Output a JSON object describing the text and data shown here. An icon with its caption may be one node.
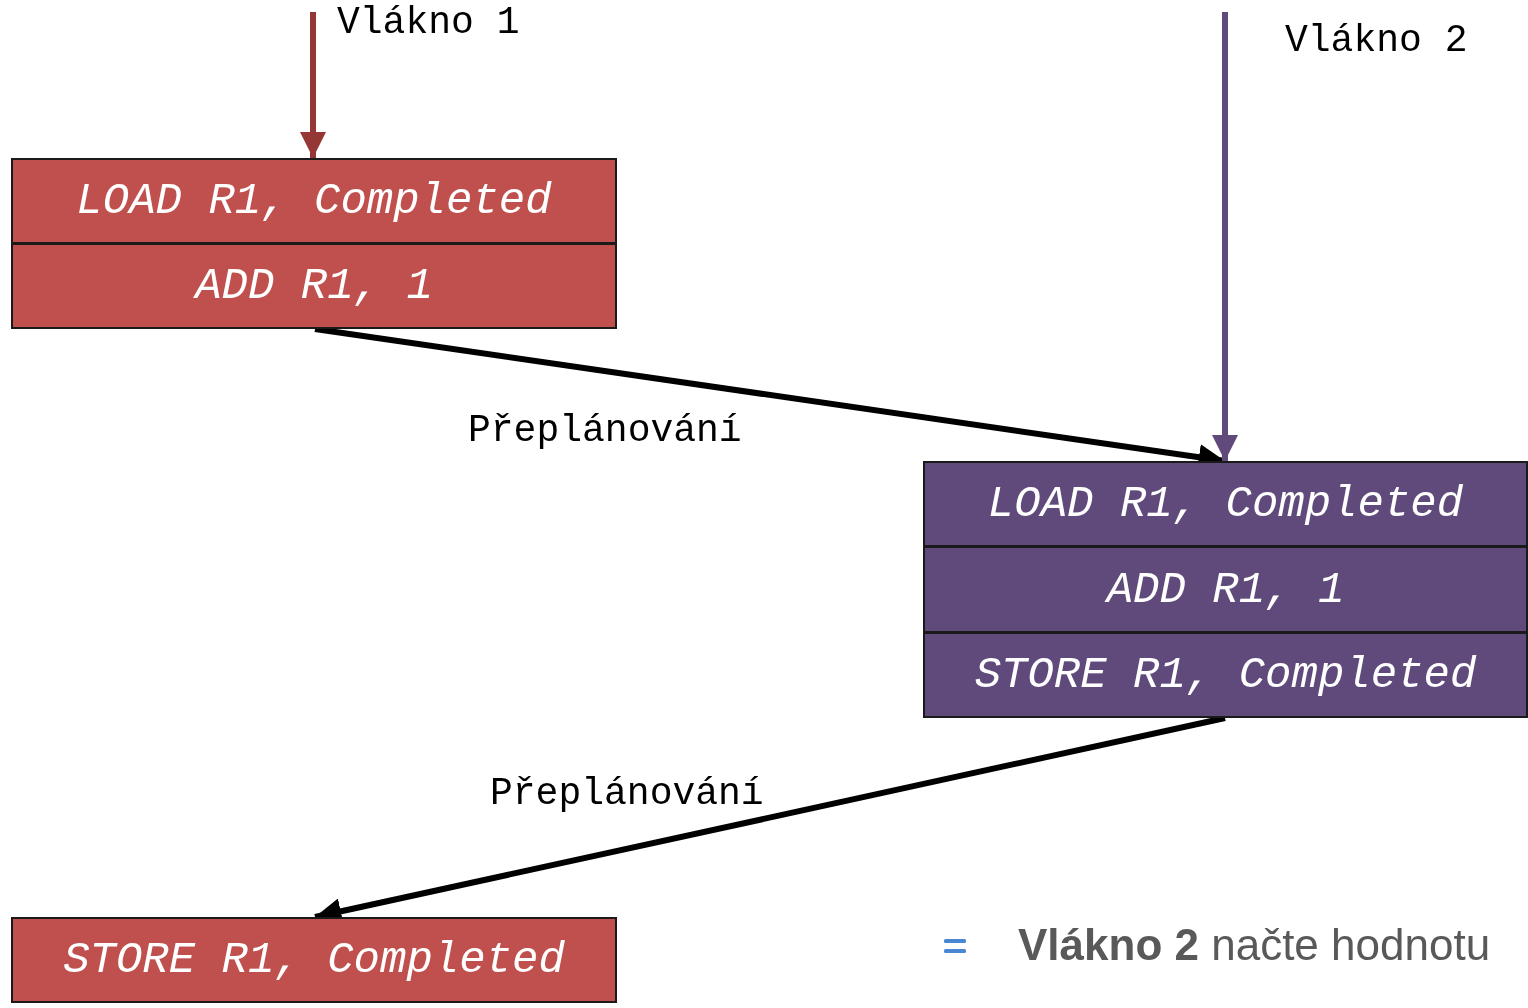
{
  "diagram": {
    "nodes": [
      {
        "text": [
          "LOAD R1, Completed"
        ]
      },
      {
        "text": [
          "ADD R1, 1"
        ]
      },
      {
        "text": [
          "LOAD R1, Completed"
        ]
      },
      {
        "text": [
          "ADD R1, 1"
        ]
      },
      {
        "text": [
          "STORE R1, Completed"
        ]
      },
      {
        "text": [
          "STORE R1, Completed"
        ]
      }
    ],
    "edges": [
      {
        "from": null,
        "to": 0,
        "arrow": "to",
        "label": "Vlákno 1",
        "color": "#953735"
      },
      {
        "from": 1,
        "to": 2,
        "arrow": "to",
        "label": "Přeplánování"
      },
      {
        "from": null,
        "to": 2,
        "arrow": "to",
        "label": "Vlákno 2",
        "color": "#604a7b"
      },
      {
        "from": 4,
        "to": 5,
        "arrow": "to",
        "label": "Přeplánování"
      }
    ],
    "labels": [
      "**Vlákno 2** načte hodnotu"
    ]
  }
}
